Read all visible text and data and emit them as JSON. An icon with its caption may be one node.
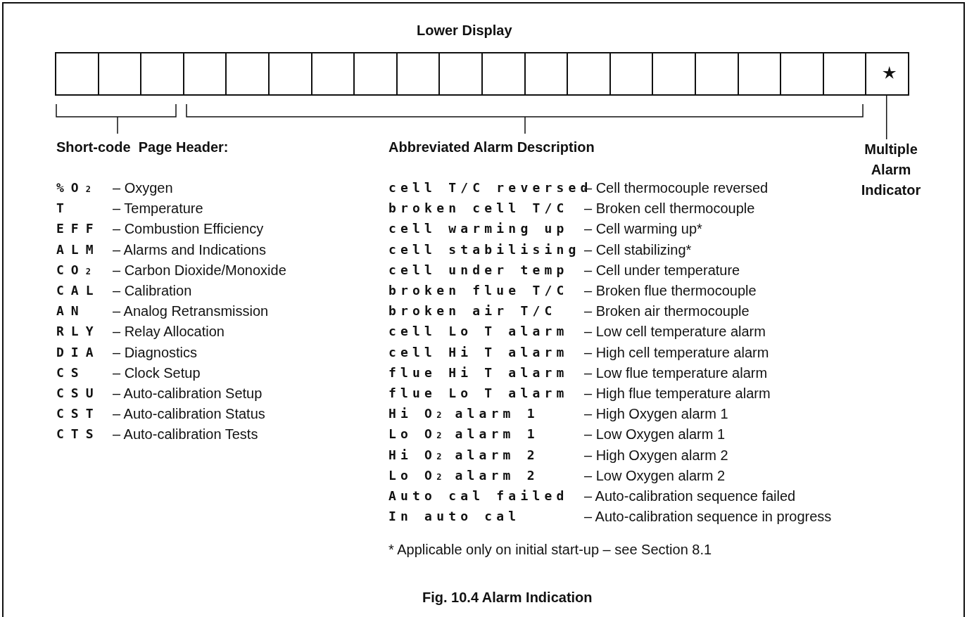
{
  "diagram": {
    "title": "Lower Display",
    "caption": "Fig. 10.4 Alarm Indication",
    "nodes": [
      {
        "text": [],
        "shape": "box"
      },
      {
        "text": [],
        "shape": "box"
      },
      {
        "text": [],
        "shape": "box"
      },
      {
        "text": [],
        "shape": "box"
      },
      {
        "text": [],
        "shape": "box"
      },
      {
        "text": [],
        "shape": "box"
      },
      {
        "text": [],
        "shape": "box"
      },
      {
        "text": [],
        "shape": "box"
      },
      {
        "text": [],
        "shape": "box"
      },
      {
        "text": [],
        "shape": "box"
      },
      {
        "text": [],
        "shape": "box"
      },
      {
        "text": [],
        "shape": "box"
      },
      {
        "text": [],
        "shape": "box"
      },
      {
        "text": [],
        "shape": "box"
      },
      {
        "text": [],
        "shape": "box"
      },
      {
        "text": [],
        "shape": "box"
      },
      {
        "text": [],
        "shape": "box"
      },
      {
        "text": [],
        "shape": "box"
      },
      {
        "text": [],
        "shape": "box"
      },
      {
        "text": [],
        "shape": "box"
      },
      {
        "text": [
          "Multiple Alarm Indicator"
        ]
      }
    ],
    "edges": [
      {
        "from": 20,
        "to": 19,
        "arrow": "none"
      }
    ],
    "labels": [
      "Short-code  Page Header:",
      "Abbreviated Alarm Description",
      "%O$_{2}$",
      "– Oxygen",
      "T",
      "– Temperature",
      "EFF",
      "– Combustion Efficiency",
      "ALM",
      "– Alarms and Indications",
      "CO$_{2}$",
      "– Carbon Dioxide/Monoxide",
      "CAL",
      "– Calibration",
      "AN",
      "– Analog Retransmission",
      "RLY",
      "– Relay Allocation",
      "DIA",
      "– Diagnostics",
      "CS",
      "– Clock Setup",
      "CSU",
      "– Auto-calibration Setup",
      "CST",
      "– Auto-calibration Status",
      "CTS",
      "– Auto-calibration Tests",
      "cell T/C reversed",
      "– Cell thermocouple reversed",
      "broken cell T/C",
      "– Broken cell thermocouple",
      "cell warming up",
      "– Cell warming up*",
      "cell stabilising",
      "– Cell stabilizing*",
      "cell under temp",
      "– Cell under temperature",
      "broken flue T/C",
      "– Broken flue thermocouple",
      "broken air T/C",
      "– Broken air thermocouple",
      "cell Lo T alarm",
      "– Low cell temperature alarm",
      "cell Hi T alarm",
      "– High cell temperature alarm",
      "flue Hi T alarm",
      "– Low flue temperature alarm",
      "flue Lo T alarm",
      "– High flue temperature alarm",
      "Hi O$_{2}$ alarm 1",
      "– High Oxygen alarm 1",
      "Lo O$_{2}$ alarm 1",
      "– Low Oxygen alarm 1",
      "Hi O$_{2}$ alarm 2",
      "– High Oxygen alarm 2",
      "Lo O$_{2}$ alarm 2",
      "– Low Oxygen alarm 2",
      "Auto cal failed",
      "– Auto-calibration sequence failed",
      "In auto cal",
      "– Auto-calibration sequence in progress",
      "* Applicable only on initial start-up – see Section 8.1"
    ]
  }
}
